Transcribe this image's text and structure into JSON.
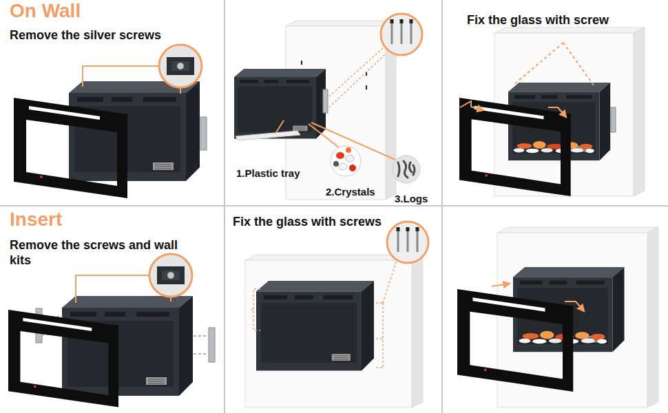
{
  "diagram": {
    "nodes": [
      {
        "text": [
          "On Wall",
          "Remove the silver screws"
        ]
      },
      {
        "text": [
          "Fix the glass with screw"
        ]
      },
      {
        "text": [
          "Insert",
          "Remove the screws and wall kits"
        ]
      },
      {
        "text": [
          "Fix the glass with screws"
        ]
      }
    ],
    "labels": [
      "1.Plastic tray",
      "2.Crystals",
      "3.Logs"
    ]
  }
}
